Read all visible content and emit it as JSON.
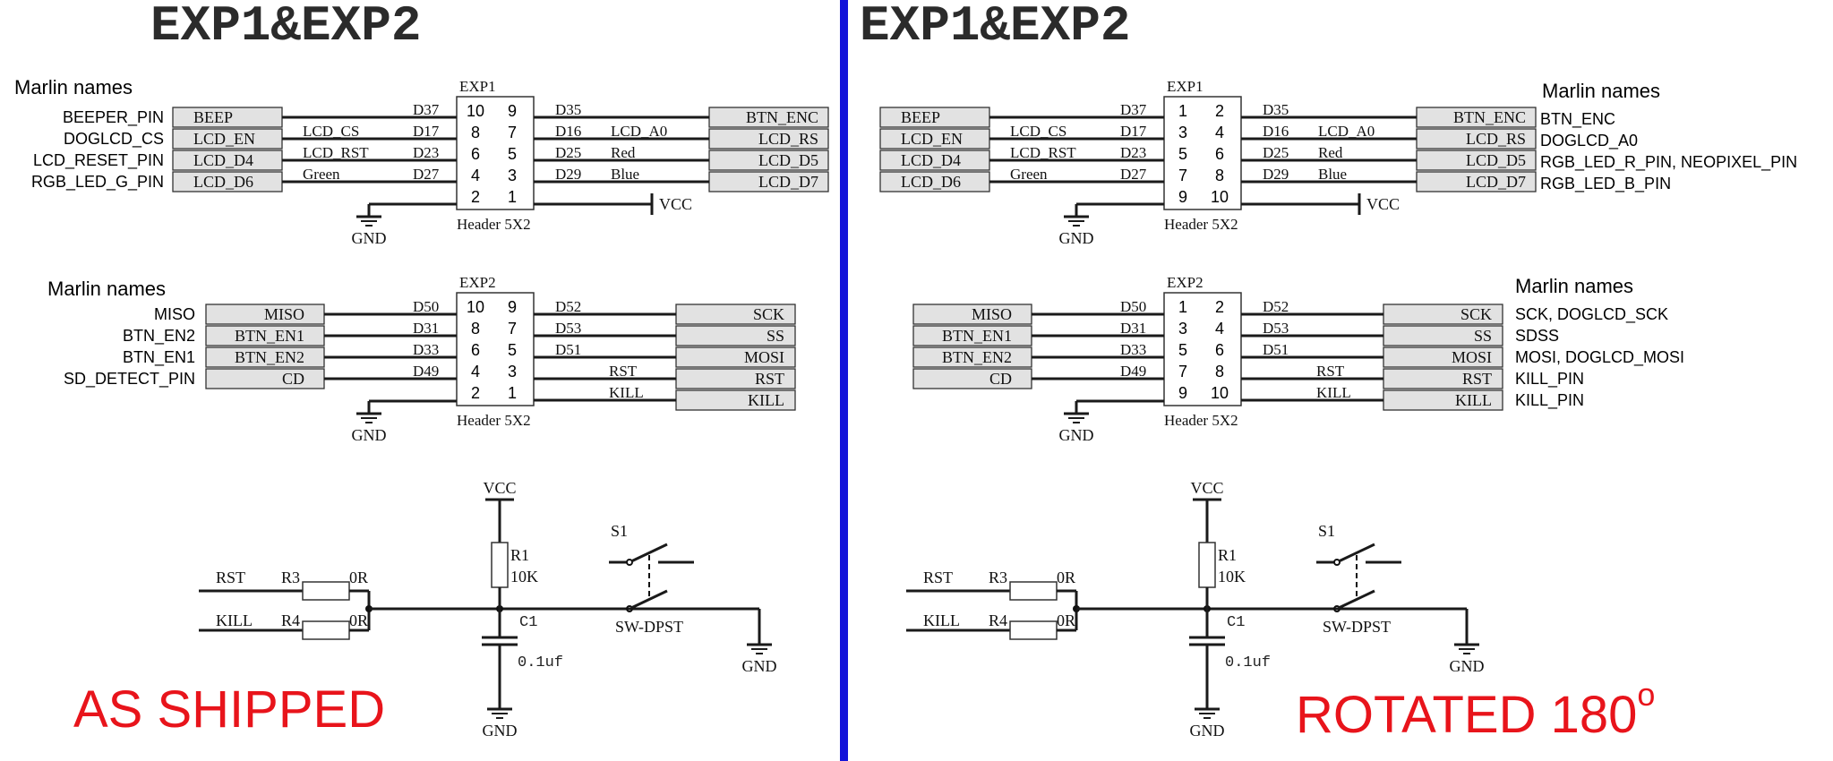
{
  "titles": {
    "left": "EXP1&EXP2",
    "right": "EXP1&EXP2"
  },
  "captions": {
    "left": "AS SHIPPED",
    "right": "ROTATED 180",
    "right_degree": "o"
  },
  "labels": {
    "marlin_names": "Marlin names",
    "exp1": "EXP1",
    "exp2": "EXP2",
    "header": "Header 5X2",
    "gnd": "GND",
    "vcc": "VCC"
  },
  "exp1_left": {
    "boxes": [
      "BEEP",
      "LCD_EN",
      "LCD_D4",
      "LCD_D6"
    ],
    "nets": [
      "",
      "LCD_CS",
      "LCD_RST",
      "Green"
    ],
    "ports": [
      "D37",
      "D17",
      "D23",
      "D27"
    ]
  },
  "exp1_right": {
    "boxes": [
      "BTN_ENC",
      "LCD_RS",
      "LCD_D5",
      "LCD_D7"
    ],
    "nets": [
      "",
      "LCD_A0",
      "Red",
      "Blue"
    ],
    "ports": [
      "D35",
      "D16",
      "D25",
      "D29"
    ]
  },
  "exp2_left": {
    "boxes": [
      "MISO",
      "BTN_EN1",
      "BTN_EN2",
      "CD"
    ],
    "ports": [
      "D50",
      "D31",
      "D33",
      "D49"
    ]
  },
  "exp2_right": {
    "boxes": [
      "SCK",
      "SS",
      "MOSI",
      "RST",
      "KILL"
    ],
    "nets": [
      "",
      "",
      "",
      "RST",
      "KILL"
    ],
    "ports": [
      "D52",
      "D53",
      "D51"
    ]
  },
  "shipped_pins": {
    "left": [
      "10",
      "8",
      "6",
      "4",
      "2"
    ],
    "right": [
      "9",
      "7",
      "5",
      "3",
      "1"
    ]
  },
  "rotated_pins": {
    "left": [
      "1",
      "3",
      "5",
      "7",
      "9"
    ],
    "right": [
      "2",
      "4",
      "6",
      "8",
      "10"
    ]
  },
  "marlin_left_exp1": [
    "BEEPER_PIN",
    "DOGLCD_CS",
    "LCD_RESET_PIN",
    "RGB_LED_G_PIN"
  ],
  "marlin_left_exp2": [
    "MISO",
    "BTN_EN2",
    "BTN_EN1",
    "SD_DETECT_PIN"
  ],
  "marlin_right_exp1": [
    "BTN_ENC",
    "DOGLCD_A0",
    "RGB_LED_R_PIN, NEOPIXEL_PIN",
    "RGB_LED_B_PIN"
  ],
  "marlin_right_exp2": [
    "SCK, DOGLCD_SCK",
    "SDSS",
    "MOSI, DOGLCD_MOSI",
    "KILL_PIN",
    "KILL_PIN"
  ],
  "reset_circuit": {
    "rst": "RST",
    "kill": "KILL",
    "r3": "R3",
    "r4": "R4",
    "r3_val": "0R",
    "r4_val": "0R",
    "vcc": "VCC",
    "r1": "R1",
    "r1_val": "10K",
    "c1": "C1",
    "c1_val": "0.1uf",
    "s1": "S1",
    "switch": "SW-DPST",
    "gnd": "GND"
  },
  "colors": {
    "divider": "#1414d9",
    "caption": "#e8141b",
    "box_fill": "#e2e2e2"
  }
}
